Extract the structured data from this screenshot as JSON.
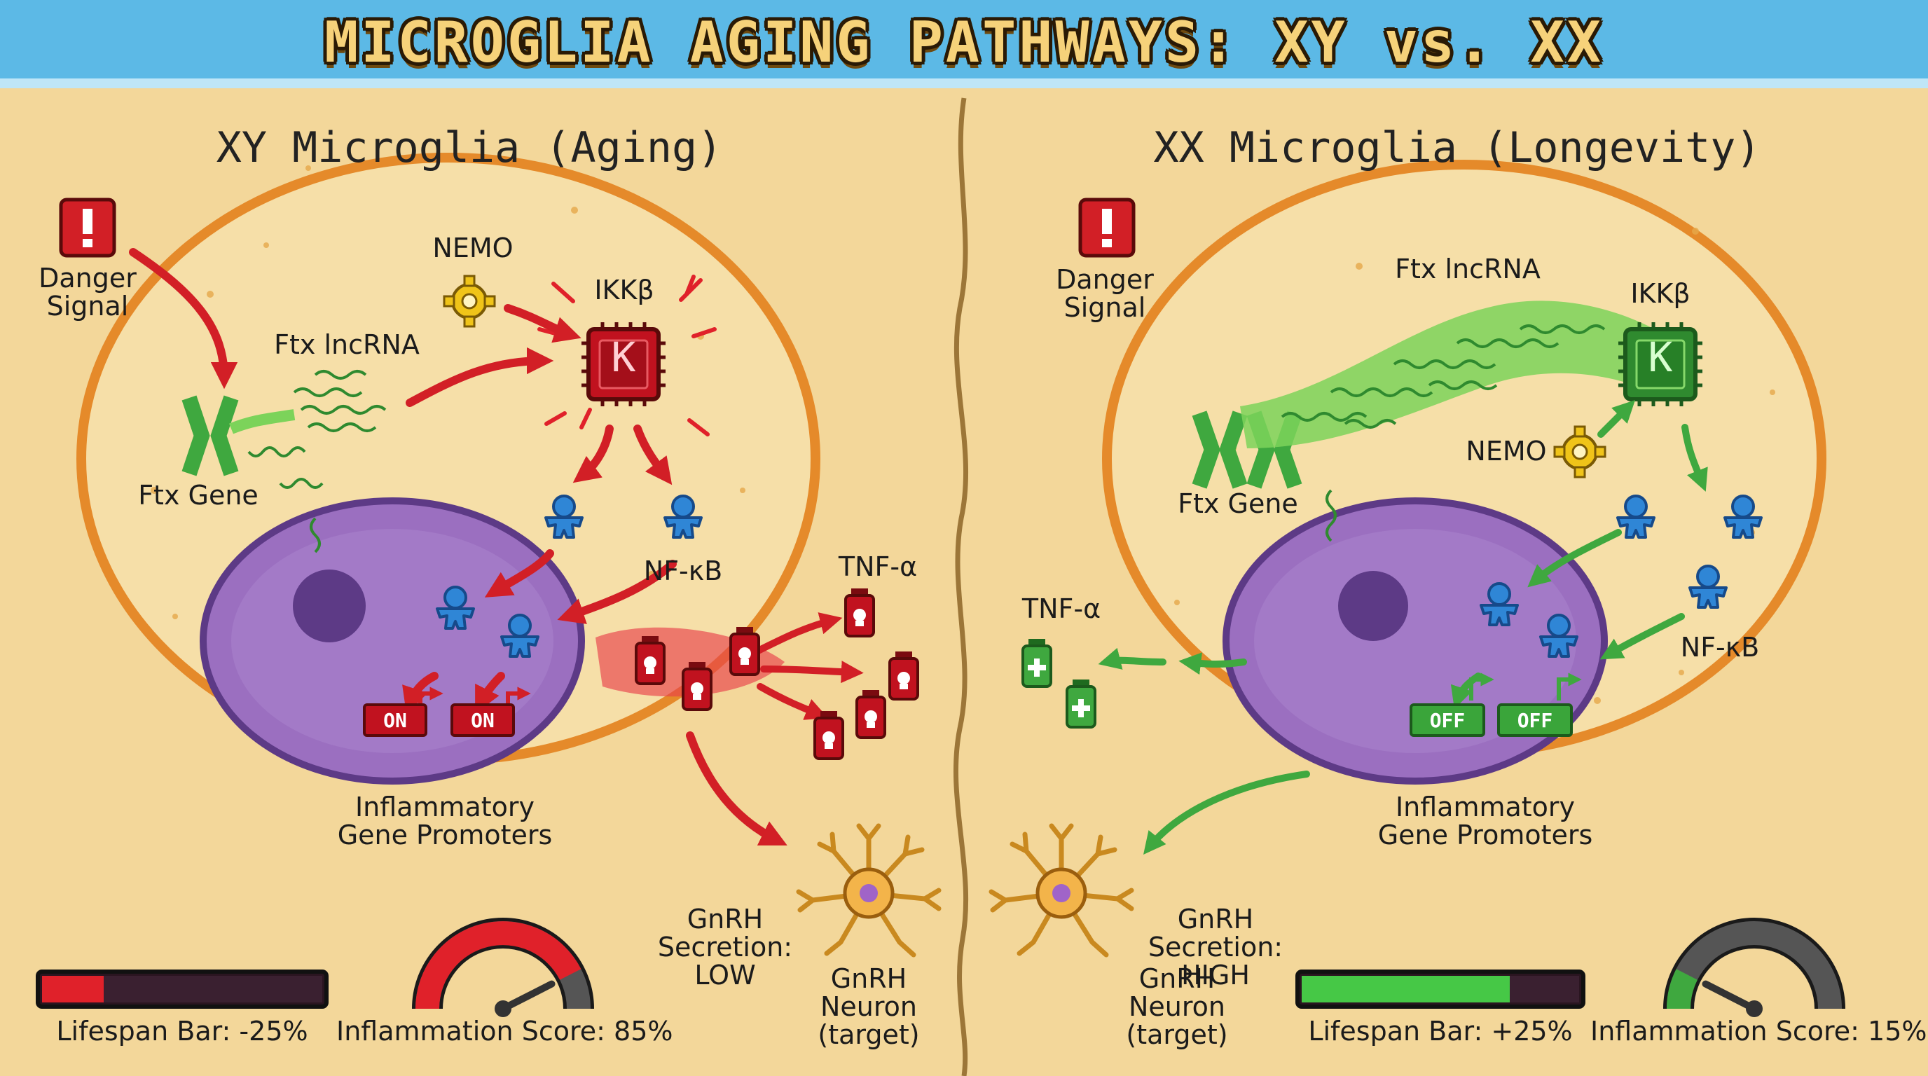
{
  "title": "MICROGLIA AGING PATHWAYS: XY vs. XX",
  "colors": {
    "sky": "#5cb9e6",
    "sand": "#f3d79a",
    "cytoplasm": "#f6dfa8",
    "nucleus": "#9b6fc0",
    "danger": "#d21f26",
    "healthy": "#3fa83f",
    "nfkb": "#2f86d6"
  },
  "left": {
    "panel_title": "XY Microglia (Aging)",
    "danger_signal": "Danger\nSignal",
    "nemo": "NEMO",
    "ikkb": "IKKβ",
    "kinase_letter": "K",
    "ftx_lncrna": "Ftx lncRNA",
    "ftx_gene": "Ftx Gene",
    "chromosome": "X",
    "nfkb": "NF-κB",
    "tnf": "TNF-α",
    "promoter_state": "ON",
    "promoters": "Inflammatory\nGene Promoters",
    "gnrh_secretion": "GnRH\nSecretion:\nLOW",
    "gnrh_neuron": "GnRH\nNeuron\n(target)",
    "lifespan_label": "Lifespan Bar: -25%",
    "lifespan_fill": 0.22,
    "inflammation_label": "Inflammation Score: 85%",
    "inflammation_value": 0.85
  },
  "right": {
    "panel_title": "XX Microglia (Longevity)",
    "danger_signal": "Danger\nSignal",
    "nemo": "NEMO",
    "ikkb": "IKKβ",
    "kinase_letter": "K",
    "ftx_lncrna": "Ftx lncRNA",
    "ftx_gene": "Ftx Gene",
    "chromosome": "XX",
    "nfkb": "NF-κB",
    "tnf": "TNF-α",
    "promoter_state": "OFF",
    "promoters": "Inflammatory\nGene Promoters",
    "gnrh_secretion": "GnRH\nSecretion:\nHIGH",
    "gnrh_neuron": "GnRH\nNeuron\n(target)",
    "lifespan_label": "Lifespan Bar: +25%",
    "lifespan_fill": 0.75,
    "inflammation_label": "Inflammation Score: 15%",
    "inflammation_value": 0.15
  }
}
